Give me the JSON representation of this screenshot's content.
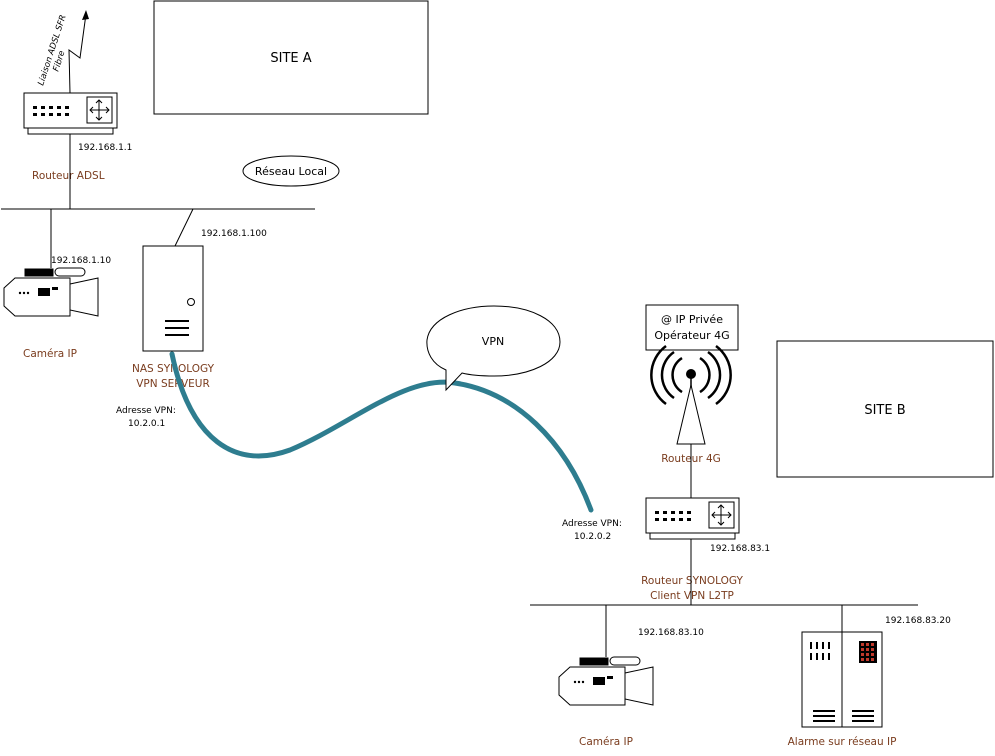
{
  "site_a": {
    "label": "SITE A"
  },
  "site_b": {
    "label": "SITE B"
  },
  "wan_link": {
    "line1": "Liaison ADSL SFR",
    "line2": "Fibre"
  },
  "router_adsl": {
    "ip": "192.168.1.1",
    "label": "Routeur ADSL"
  },
  "lan_a": {
    "label": "Réseau Local"
  },
  "camera_a": {
    "ip": "192.168.1.10",
    "label": "Caméra IP"
  },
  "nas": {
    "ip": "192.168.1.100",
    "label_line1": "NAS SYNOLOGY",
    "label_line2": "VPN SERVEUR",
    "vpn_label": "Adresse VPN:",
    "vpn_ip": "10.2.0.1"
  },
  "vpn": {
    "label": "VPN",
    "color": "#2e7d8f"
  },
  "operator_box": {
    "line1": "@ IP Privée",
    "line2": "Opérateur 4G"
  },
  "router_4g": {
    "label": "Routeur 4G"
  },
  "router_synology": {
    "ip": "192.168.83.1",
    "label_line1": "Routeur SYNOLOGY",
    "label_line2": "Client VPN L2TP",
    "vpn_label": "Adresse VPN:",
    "vpn_ip": "10.2.0.2"
  },
  "camera_b": {
    "ip": "192.168.83.10",
    "label": "Caméra IP"
  },
  "alarm": {
    "ip": "192.168.83.20",
    "label": "Alarme sur réseau IP"
  },
  "colors": {
    "device_label": "#7a3c1e",
    "vpn_tunnel": "#2e7d8f",
    "alarm_leds": "#c0392b"
  }
}
